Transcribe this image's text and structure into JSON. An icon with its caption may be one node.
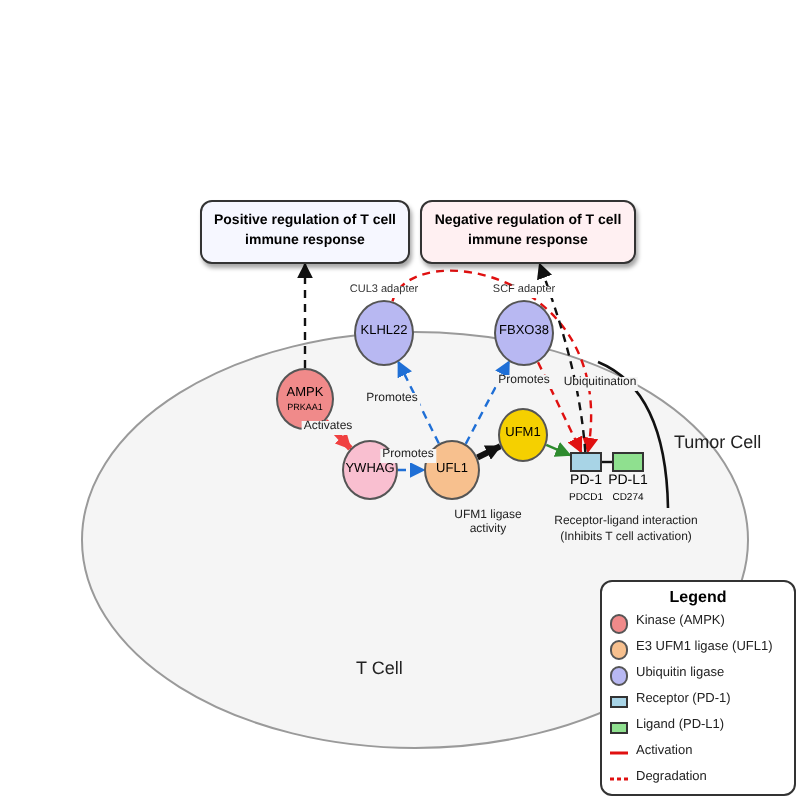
{
  "diagram": {
    "nodes": [
      {
        "text": [
          "Positive regulation of T cell immune response"
        ]
      },
      {
        "text": [
          "Negative regulation of T cell immune response"
        ]
      },
      {
        "text": [
          "KLHL22"
        ],
        "beside": [
          "CUL3 adapter"
        ]
      },
      {
        "text": [
          "FBXO38"
        ],
        "beside": [
          "SCF adapter"
        ]
      },
      {
        "text": [
          "AMPK",
          "PRKAA1"
        ],
        "in": 10
      },
      {
        "text": [
          "YWHAG"
        ],
        "in": 10
      },
      {
        "text": [
          "UFL1"
        ],
        "in": 10
      },
      {
        "text": [
          "UFM1"
        ],
        "in": 10
      },
      {
        "text": [
          "PD-1",
          "PDCD1"
        ],
        "in": 10
      },
      {
        "text": [
          "PD-L1",
          "CD274"
        ],
        "in": 10
      },
      {
        "text": [
          "T Cell"
        ]
      }
    ],
    "edges": [
      {
        "from": 4,
        "to": 0,
        "arrow": "to",
        "style": "dashed"
      },
      {
        "from": 4,
        "to": 5,
        "arrow": "to",
        "label": "Activates",
        "style": "thick",
        "color": "#f04040"
      },
      {
        "from": 5,
        "to": 6,
        "arrow": "to",
        "label": "Promotes",
        "style": "dashed",
        "color": "#1f6fd6"
      },
      {
        "from": 6,
        "to": 2,
        "arrow": "to",
        "label": "Promotes",
        "style": "dashed",
        "color": "#1f6fd6"
      },
      {
        "from": 6,
        "to": 3,
        "arrow": "to",
        "label": "Promotes",
        "style": "dashed",
        "color": "#1f6fd6"
      },
      {
        "from": 6,
        "to": 7,
        "arrow": "to",
        "label": "UFM1 ligase activity",
        "style": "thick"
      },
      {
        "from": 7,
        "to": 8,
        "arrow": "to",
        "color": "#2e8b2e"
      },
      {
        "from": 3,
        "to": 8,
        "arrow": "to",
        "label": "Ubiquitination",
        "style": "dashed",
        "color": "#e01010"
      },
      {
        "from": 2,
        "to": 8,
        "arrow": "to",
        "style": "dashed",
        "color": "#e01010"
      },
      {
        "from": 8,
        "to": 1,
        "arrow": "to",
        "style": "dashed"
      },
      {
        "from": 8,
        "to": 9,
        "arrow": "none"
      }
    ],
    "labels": [
      "Tumor Cell",
      "Receptor-ligand interaction (Inhibits T cell activation)",
      "Legend"
    ],
    "legend": [
      {
        "text": "Kinase (AMPK)",
        "color": "#f08a8a"
      },
      {
        "text": "E3 UFM1 ligase (UFL1)",
        "color": "#f7c08e"
      },
      {
        "text": "Ubiquitin ligase",
        "color": "#b8b8f2"
      },
      {
        "text": "Receptor (PD-1)",
        "color": "#a8d4e6"
      },
      {
        "text": "Ligand (PD-L1)",
        "color": "#8fe08f"
      },
      {
        "text": "Activation"
      },
      {
        "text": "Degradation"
      }
    ]
  }
}
